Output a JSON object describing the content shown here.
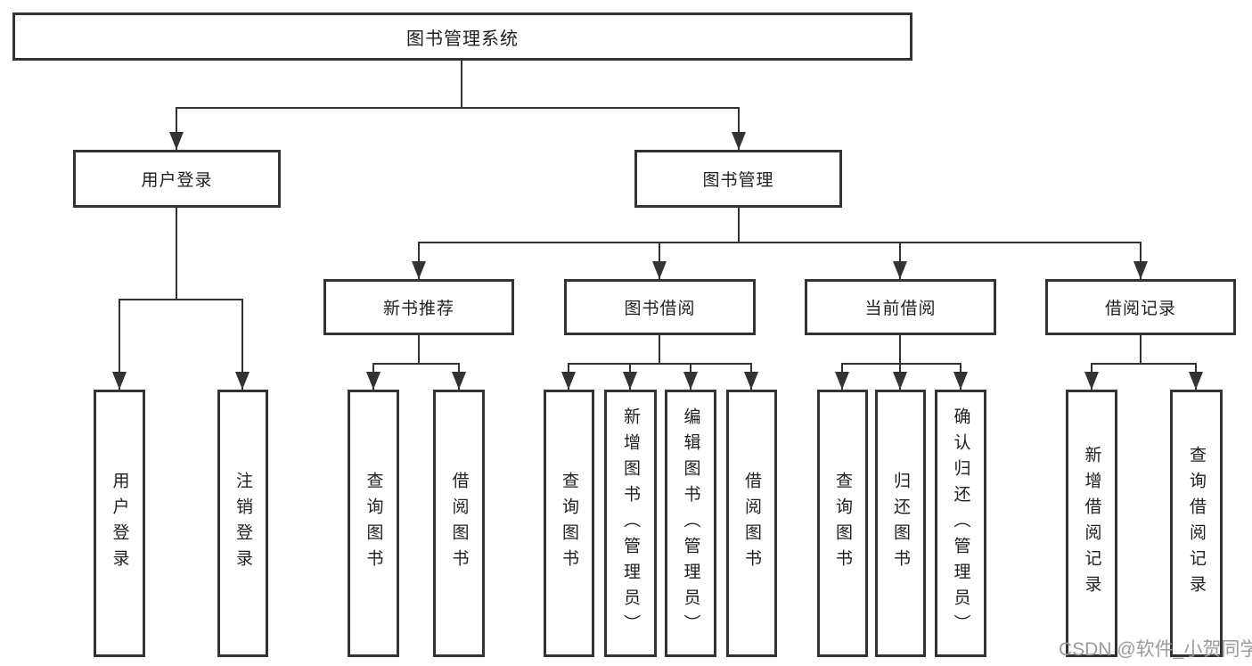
{
  "diagram": {
    "root": {
      "label": "图书管理系统"
    },
    "level2": [
      {
        "label": "用户登录",
        "parent": "图书管理系统"
      },
      {
        "label": "图书管理",
        "parent": "图书管理系统"
      }
    ],
    "level3": [
      {
        "label": "新书推荐",
        "parent": "图书管理"
      },
      {
        "label": "图书借阅",
        "parent": "图书管理"
      },
      {
        "label": "当前借阅",
        "parent": "图书管理"
      },
      {
        "label": "借阅记录",
        "parent": "图书管理"
      }
    ],
    "leaves": [
      {
        "label": "用户登录",
        "parent": "用户登录"
      },
      {
        "label": "注销登录",
        "parent": "用户登录"
      },
      {
        "label": "查询图书",
        "parent": "新书推荐"
      },
      {
        "label": "借阅图书",
        "parent": "新书推荐"
      },
      {
        "label": "查询图书",
        "parent": "图书借阅"
      },
      {
        "label": "新增图书（管理员）",
        "parent": "图书借阅"
      },
      {
        "label": "编辑图书（管理员）",
        "parent": "图书借阅"
      },
      {
        "label": "借阅图书",
        "parent": "图书借阅"
      },
      {
        "label": "查询图书",
        "parent": "当前借阅"
      },
      {
        "label": "归还图书",
        "parent": "当前借阅"
      },
      {
        "label": "确认归还（管理员）",
        "parent": "当前借阅"
      },
      {
        "label": "新增借阅记录",
        "parent": "借阅记录"
      },
      {
        "label": "查询借阅记录",
        "parent": "借阅记录"
      }
    ],
    "colors": {
      "line": "#333333",
      "box_background": "#ffffff",
      "text": "#1f1f1f"
    }
  },
  "watermark": {
    "text": "CSDN @软件_小贺同学",
    "color": "#9b9b9b"
  }
}
